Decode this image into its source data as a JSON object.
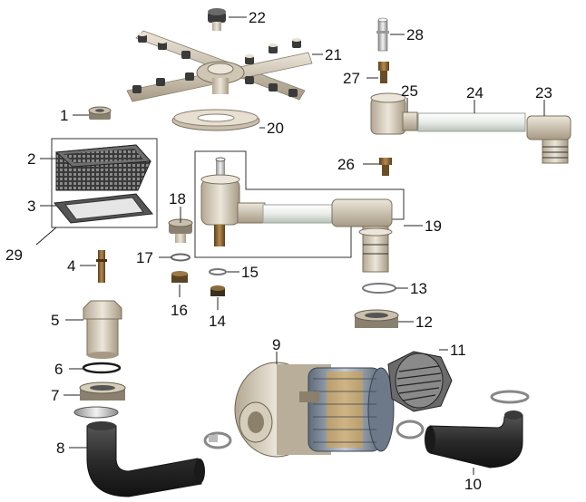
{
  "labels": {
    "p1": "1",
    "p2": "2",
    "p3": "3",
    "p4": "4",
    "p5": "5",
    "p6": "6",
    "p7": "7",
    "p8": "8",
    "p9": "9",
    "p10": "10",
    "p11": "11",
    "p12": "12",
    "p13": "13",
    "p14": "14",
    "p15": "15",
    "p16": "16",
    "p17": "17",
    "p18": "18",
    "p19": "19",
    "p20": "20",
    "p21": "21",
    "p22": "22",
    "p23": "23",
    "p24": "24",
    "p25": "25",
    "p26": "26",
    "p27": "27",
    "p28": "28",
    "p29": "29"
  },
  "colors": {
    "plastic": "#d8d0c0",
    "plastic_dark": "#a89c88",
    "rubber": "#2b2b2b",
    "brass": "#8a6a3a",
    "metal": "#c8c8c8",
    "pipe": "#eef0ee",
    "motor": "#9aa7b8"
  }
}
